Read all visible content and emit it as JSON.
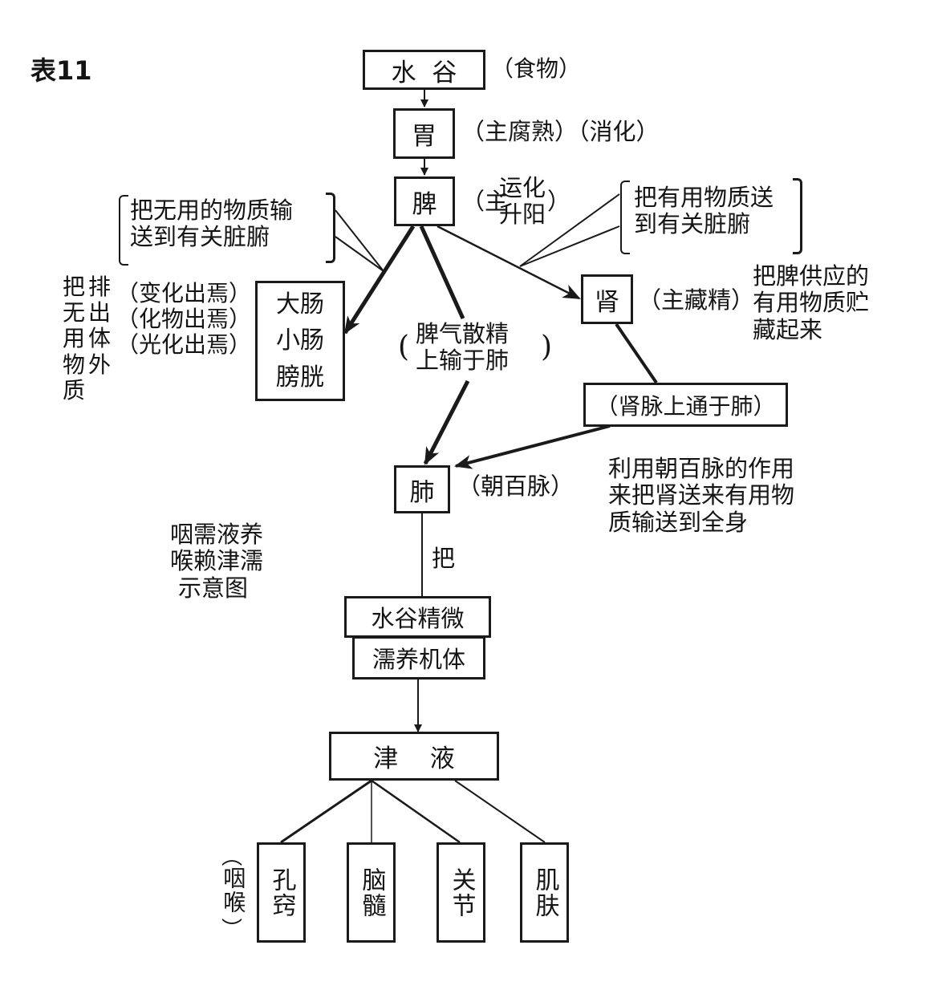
{
  "title": "表11",
  "caption": [
    "咽需液养",
    "喉赖津濡",
    "示意图"
  ],
  "nodes": {
    "shuigu": {
      "label": "水  谷",
      "note": "（食物）"
    },
    "wei": {
      "label": "胃",
      "note": "（主腐熟）（消化）"
    },
    "pi": {
      "label": "脾",
      "note_prefix": "（主",
      "note_lines": [
        "运化",
        "升阳"
      ],
      "note_suffix": "）"
    },
    "shen": {
      "label": "肾",
      "note": "（主藏精）"
    },
    "shen_mai": {
      "label": "（肾脉上通于肺）"
    },
    "fei": {
      "label": "肺",
      "note": "（朝百脉）"
    },
    "jingwei": {
      "label": "水谷精微"
    },
    "ruyang": {
      "label": "濡养机体"
    },
    "jinye": {
      "label": "津    液"
    },
    "intestines": [
      "大肠",
      "小肠",
      "膀胱"
    ]
  },
  "annotations": {
    "left_bracket": [
      "把无用的物质输",
      "送到有关脏腑"
    ],
    "right_bracket": [
      "把有用物质送",
      "到有关脏腑"
    ],
    "kidney_desc": [
      "把脾供应的",
      "有用物质贮",
      "藏起来"
    ],
    "spleen_to_lung": [
      "脾气散精",
      "上输于肺"
    ],
    "lung_desc": [
      "利用朝百脉的作用",
      "来把肾送来有用物",
      "质输送到全身"
    ],
    "ba": "把",
    "excrete_col1": [
      "把",
      "无",
      "用",
      "物",
      "质"
    ],
    "excrete_col2": [
      "排",
      "出",
      "体",
      "外"
    ],
    "intestine_notes": [
      "（变化出焉）",
      "（化物出焉）",
      "（光化出焉）"
    ],
    "yanhou": "咽喉"
  },
  "targets": [
    "孔窍",
    "脑髓",
    "关节",
    "肌肤"
  ]
}
